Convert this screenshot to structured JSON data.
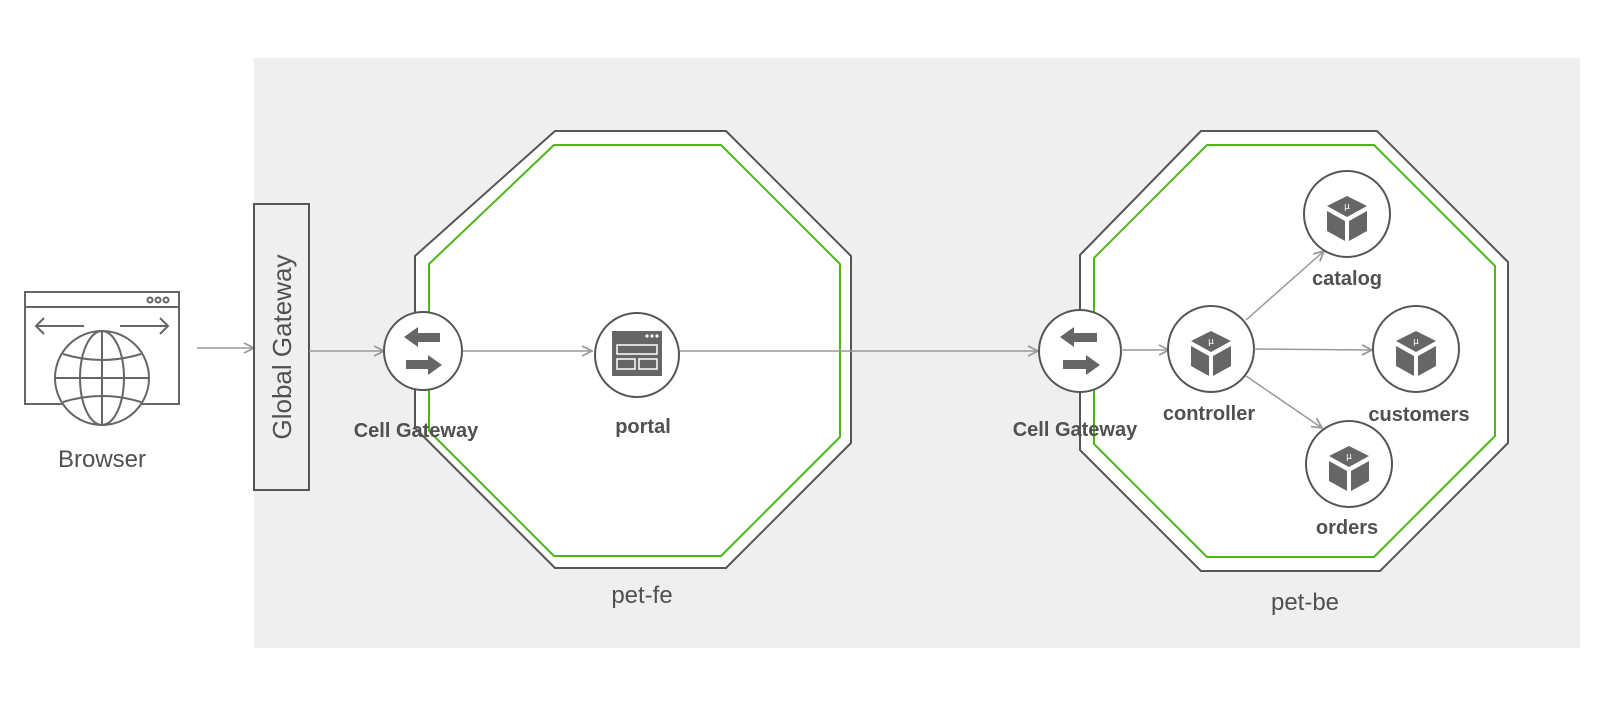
{
  "browser": {
    "label": "Browser"
  },
  "global_gateway": {
    "label": "Global Gateway"
  },
  "cells": {
    "pet_fe": {
      "name": "pet-fe",
      "gateway_label": "Cell Gateway",
      "components": {
        "portal": "portal"
      }
    },
    "pet_be": {
      "name": "pet-be",
      "gateway_label": "Cell Gateway",
      "components": {
        "controller": "controller",
        "catalog": "catalog",
        "customers": "customers",
        "orders": "orders"
      },
      "micro_symbol": "μ"
    }
  },
  "colors": {
    "background_region": "#efefef",
    "cell_outline": "#555555",
    "cell_inner": "#4cb61a",
    "icon": "#666666",
    "arrow": "#999999"
  }
}
